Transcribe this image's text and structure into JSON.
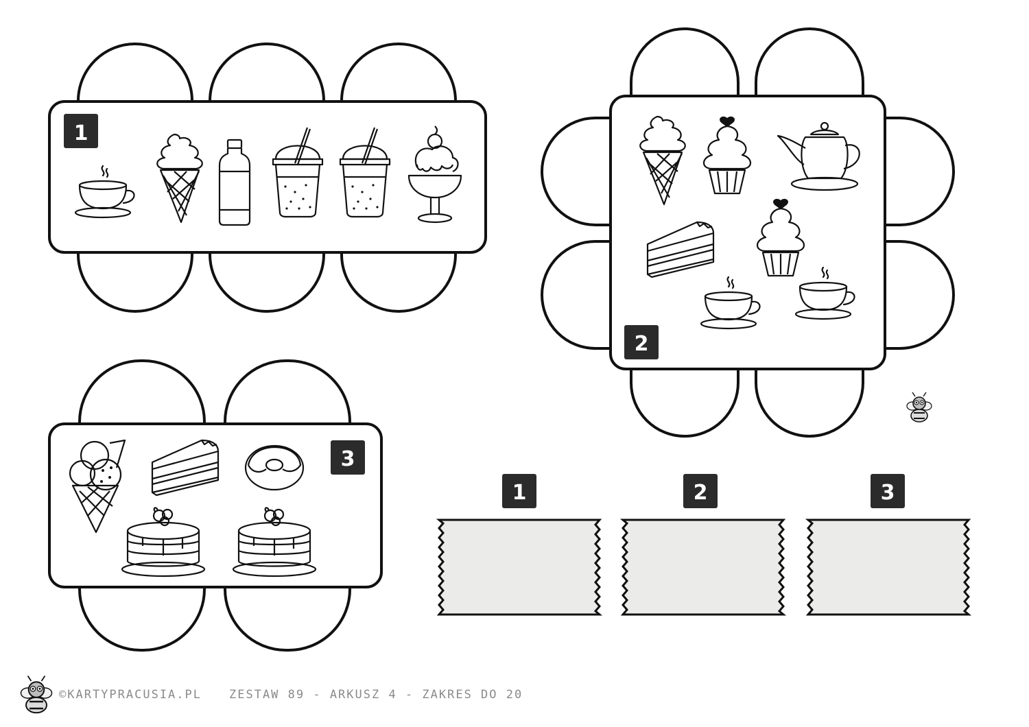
{
  "tables": [
    {
      "number": "1",
      "items": [
        "teacup-icon",
        "ice-cream-cone-icon",
        "water-bottle-icon",
        "smoothie-cup-icon",
        "smoothie-cup-icon",
        "ice-cream-sundae-icon"
      ]
    },
    {
      "number": "2",
      "items": [
        "ice-cream-cone-icon",
        "cupcake-icon",
        "teapot-icon",
        "cake-slice-icon",
        "cupcake-icon",
        "teacup-icon",
        "teacup-icon"
      ]
    },
    {
      "number": "3",
      "items": [
        "ice-cream-scoops-icon",
        "cake-slice-icon",
        "donut-icon",
        "pancakes-icon",
        "pancakes-icon"
      ]
    }
  ],
  "answer_boxes": [
    {
      "number": "1",
      "value": ""
    },
    {
      "number": "2",
      "value": ""
    },
    {
      "number": "3",
      "value": ""
    }
  ],
  "colors": {
    "outline": "#111111",
    "badge": "#2b2b2b",
    "answer_fill": "#ebebea",
    "footer_text": "#8a8a8a"
  },
  "footer": {
    "brand": "©KARTYPRACUSIA.PL",
    "sheet": "ZESTAW 89 - ARKUSZ 4 - ZAKRES DO 20"
  }
}
